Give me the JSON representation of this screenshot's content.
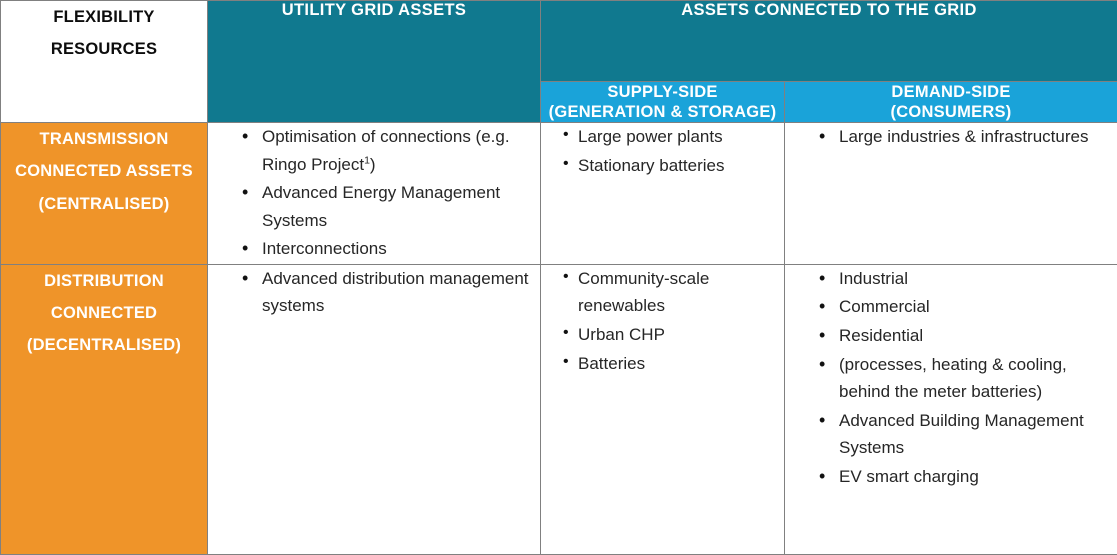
{
  "table": {
    "colors": {
      "teal": "#10798f",
      "blue": "#1aa3d9",
      "orange": "#ef9429",
      "border": "#808080",
      "text_dark": "#262626",
      "text_light": "#ffffff"
    },
    "corner_header": {
      "line1": "FLEXIBILITY",
      "line2": "RESOURCES"
    },
    "headers": {
      "utility_grid_assets": "UTILITY GRID ASSETS",
      "assets_connected_to_grid": "ASSETS CONNECTED TO THE GRID",
      "supply_side": {
        "line1": "SUPPLY-SIDE",
        "line2": "(GENERATION & STORAGE)"
      },
      "demand_side": {
        "line1": "DEMAND-SIDE",
        "line2": "(CONSUMERS)"
      }
    },
    "rows": [
      {
        "label": {
          "line1": "TRANSMISSION",
          "line2": "CONNECTED ASSETS",
          "line3": "(CENTRALISED)"
        },
        "utility_grid_assets": [
          "Optimisation of connections (e.g. Ringo Project",
          "Advanced Energy Management Systems",
          "Interconnections"
        ],
        "utility_grid_assets_footnote": "1",
        "utility_grid_assets_footnote_tail": ")",
        "supply_side": [
          "Large power plants",
          "Stationary batteries"
        ],
        "demand_side": [
          "Large industries & infrastructures"
        ]
      },
      {
        "label": {
          "line1": "DISTRIBUTION",
          "line2": "CONNECTED",
          "line3": "(DECENTRALISED)"
        },
        "utility_grid_assets": [
          "Advanced distribution management systems"
        ],
        "supply_side": [
          "Community-scale renewables",
          "Urban CHP",
          "Batteries"
        ],
        "demand_side": [
          "Industrial",
          "Commercial",
          "Residential",
          "(processes, heating & cooling, behind the meter batteries)",
          "Advanced Building Management Systems",
          "EV smart charging"
        ]
      }
    ]
  }
}
